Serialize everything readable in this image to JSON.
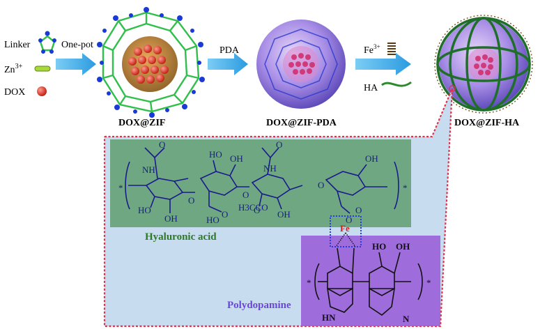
{
  "legend": {
    "linker": "Linker",
    "zn_main": "Zn",
    "zn_sup": "3+",
    "dox": "DOX"
  },
  "steps": {
    "one_pot": "One-pot",
    "pda": "PDA",
    "fe_main": "Fe",
    "fe_sup": "3+",
    "ha": "HA"
  },
  "products": {
    "p1": "DOX@ZIF",
    "p2": "DOX@ZIF-PDA",
    "p3": "DOX@ZIF-HA"
  },
  "panel": {
    "hyaluronic_acid": "Hyaluronic acid",
    "polydopamine": "Polydopamine",
    "fe": "Fe"
  },
  "chem": {
    "star": "*",
    "nh": "NH",
    "oh": "OH",
    "ho": "HO",
    "o": "O",
    "h3coco": "H3CCO",
    "hn": "HN",
    "n": "N"
  },
  "colors": {
    "arrow": "#33a8e8",
    "ha_panel": "#5f9e70",
    "pda_panel": "#9a5fd8",
    "zoom_region": "#c8dcf0",
    "zoom_border": "#e0304a",
    "fe_label": "#d02020",
    "ha_label": "#2c7a22",
    "pda_label": "#6b46d8",
    "chem_ink": "#1a1a8c"
  }
}
